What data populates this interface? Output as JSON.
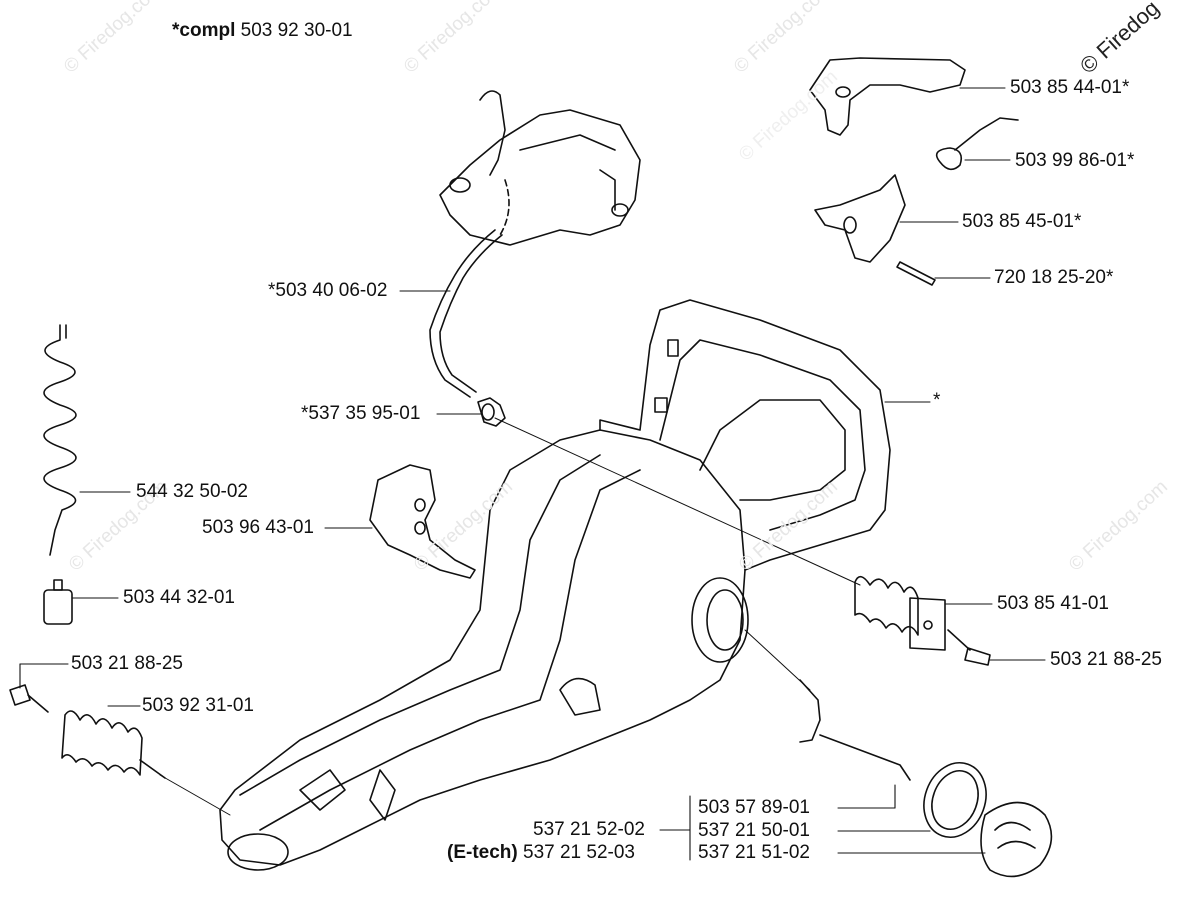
{
  "header": {
    "compl_prefix": "*compl",
    "compl_part": "503 92 30-01"
  },
  "brand_mark": "© Firedog",
  "watermark": "© Firedog.com",
  "part_labels": {
    "p1": "503 85 44-01*",
    "p2": "503 99 86-01*",
    "p3": "503 85 45-01*",
    "p4": "720 18 25-20*",
    "p5": "*503 40 06-02",
    "p6": "*",
    "p7": "*537 35 95-01",
    "p8": "544 32 50-02",
    "p9": "503 96 43-01",
    "p10": "503 44 32-01",
    "p11": "503 85 41-01",
    "p12": "503 21 88-25",
    "p13": "503 21 88-25",
    "p14": "503 92 31-01",
    "p15": "537 21 52-02",
    "p16_prefix": "(E-tech)",
    "p16": "537 21 52-03",
    "p17": "503 57 89-01",
    "p18": "537 21 50-01",
    "p19": "537 21 51-02"
  }
}
